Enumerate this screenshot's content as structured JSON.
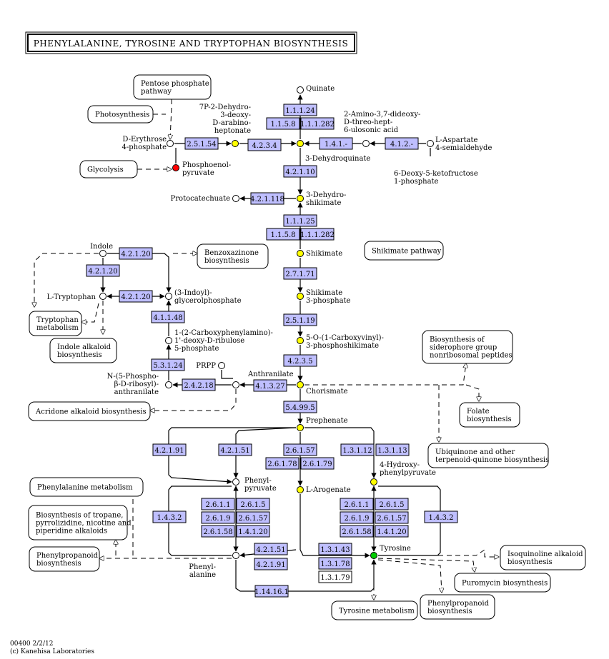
{
  "title": "PHENYLALANINE, TYROSINE AND TRYPTOPHAN BIOSYNTHESIS",
  "footer": {
    "line1": "00400 2/2/12",
    "line2": "(c) Kanehisa Laboratories"
  },
  "colors": {
    "enzyme_fill": "#bfbfff",
    "highlight_compound": "#ffff00",
    "red_compound": "#ff0000",
    "green_compound": "#00cc00",
    "line": "#000000"
  },
  "pathways": [
    {
      "id": "pentose",
      "lines": [
        "Pentose phosphate",
        "pathway"
      ]
    },
    {
      "id": "photosynthesis",
      "lines": [
        "Photosynthesis"
      ]
    },
    {
      "id": "glycolysis",
      "lines": [
        "Glycolysis"
      ]
    },
    {
      "id": "benzoxazinone",
      "lines": [
        "Benzoxazinone",
        "biosynthesis"
      ]
    },
    {
      "id": "shikimate",
      "lines": [
        "Shikimate pathway"
      ]
    },
    {
      "id": "trpmet",
      "lines": [
        "Tryptophan",
        "metabolism"
      ]
    },
    {
      "id": "indolealk",
      "lines": [
        "Indole alkaloid",
        "biosynthesis"
      ]
    },
    {
      "id": "acridone",
      "lines": [
        "Acridone alkaloid biosynthesis"
      ]
    },
    {
      "id": "siderophore",
      "lines": [
        "Biosynthesis of",
        "siderophore group",
        "nonribosomal peptides"
      ]
    },
    {
      "id": "folate",
      "lines": [
        "Folate",
        "biosynthesis"
      ]
    },
    {
      "id": "ubiquinone",
      "lines": [
        "Ubiquinone and other",
        "terpenoid-quinone biosynthesis"
      ]
    },
    {
      "id": "phemet",
      "lines": [
        "Phenylalanine metabolism"
      ]
    },
    {
      "id": "tropane",
      "lines": [
        "Biosynthesis of tropane,",
        "pyrrolizidine, nicotine and",
        "piperidine alkaloids"
      ]
    },
    {
      "id": "phenylprop1",
      "lines": [
        "Phenylpropanoid",
        "biosynthesis"
      ]
    },
    {
      "id": "isoquinoline",
      "lines": [
        "Isoquinoline alkaloid",
        "biosynthesis"
      ]
    },
    {
      "id": "puromycin",
      "lines": [
        "Puromycin biosynthesis"
      ]
    },
    {
      "id": "tyrmet",
      "lines": [
        "Tyrosine metabolism"
      ]
    },
    {
      "id": "phenylprop2",
      "lines": [
        "Phenylpropanoid",
        "biosynthesis"
      ]
    }
  ],
  "enzymes": [
    {
      "id": "e1",
      "label": "1.1.1.24",
      "fill": true
    },
    {
      "id": "e2",
      "label": "1.1.5.8",
      "fill": true
    },
    {
      "id": "e3",
      "label": "1.1.1.282",
      "fill": true
    },
    {
      "id": "e4",
      "label": "2.5.1.54",
      "fill": true
    },
    {
      "id": "e5",
      "label": "4.2.3.4",
      "fill": true
    },
    {
      "id": "e6",
      "label": "1.4.1.-",
      "fill": true
    },
    {
      "id": "e7",
      "label": "4.1.2.-",
      "fill": true
    },
    {
      "id": "e8",
      "label": "4.2.1.10",
      "fill": true
    },
    {
      "id": "e9",
      "label": "4.2.1.118",
      "fill": true
    },
    {
      "id": "e10",
      "label": "1.1.1.25",
      "fill": true
    },
    {
      "id": "e11",
      "label": "1.1.5.8",
      "fill": true
    },
    {
      "id": "e12",
      "label": "1.1.1.282",
      "fill": true
    },
    {
      "id": "e13",
      "label": "2.7.1.71",
      "fill": true
    },
    {
      "id": "e14",
      "label": "2.5.1.19",
      "fill": true
    },
    {
      "id": "e15",
      "label": "4.2.3.5",
      "fill": true
    },
    {
      "id": "e16",
      "label": "5.4.99.5",
      "fill": true
    },
    {
      "id": "e17",
      "label": "4.2.1.20",
      "fill": true
    },
    {
      "id": "e18",
      "label": "4.2.1.20",
      "fill": true
    },
    {
      "id": "e19",
      "label": "4.2.1.20",
      "fill": true
    },
    {
      "id": "e20",
      "label": "4.1.1.48",
      "fill": true
    },
    {
      "id": "e21",
      "label": "5.3.1.24",
      "fill": true
    },
    {
      "id": "e22",
      "label": "2.4.2.18",
      "fill": true
    },
    {
      "id": "e23",
      "label": "4.1.3.27",
      "fill": true
    },
    {
      "id": "e24",
      "label": "4.2.1.91",
      "fill": true
    },
    {
      "id": "e25",
      "label": "4.2.1.51",
      "fill": true
    },
    {
      "id": "e26",
      "label": "2.6.1.57",
      "fill": true
    },
    {
      "id": "e27",
      "label": "2.6.1.78",
      "fill": true
    },
    {
      "id": "e28",
      "label": "2.6.1.79",
      "fill": true
    },
    {
      "id": "e29",
      "label": "1.3.1.12",
      "fill": true
    },
    {
      "id": "e30",
      "label": "1.3.1.13",
      "fill": true
    },
    {
      "id": "e31",
      "label": "2.6.1.1",
      "fill": true
    },
    {
      "id": "e32",
      "label": "2.6.1.5",
      "fill": true
    },
    {
      "id": "e33",
      "label": "2.6.1.9",
      "fill": true
    },
    {
      "id": "e34",
      "label": "2.6.1.57",
      "fill": true
    },
    {
      "id": "e35",
      "label": "2.6.1.58",
      "fill": true
    },
    {
      "id": "e36",
      "label": "1.4.1.20",
      "fill": true
    },
    {
      "id": "e37",
      "label": "1.4.3.2",
      "fill": true
    },
    {
      "id": "e38",
      "label": "2.6.1.1",
      "fill": true
    },
    {
      "id": "e39",
      "label": "2.6.1.5",
      "fill": true
    },
    {
      "id": "e40",
      "label": "2.6.1.9",
      "fill": true
    },
    {
      "id": "e41",
      "label": "2.6.1.57",
      "fill": true
    },
    {
      "id": "e42",
      "label": "2.6.1.58",
      "fill": true
    },
    {
      "id": "e43",
      "label": "1.4.1.20",
      "fill": true
    },
    {
      "id": "e44",
      "label": "1.4.3.2",
      "fill": true
    },
    {
      "id": "e45",
      "label": "4.2.1.51",
      "fill": true
    },
    {
      "id": "e46",
      "label": "4.2.1.91",
      "fill": true
    },
    {
      "id": "e47",
      "label": "1.3.1.43",
      "fill": true
    },
    {
      "id": "e48",
      "label": "1.3.1.78",
      "fill": true
    },
    {
      "id": "e49",
      "label": "1.3.1.79",
      "fill": false
    },
    {
      "id": "e50",
      "label": "1.14.16.1",
      "fill": true
    }
  ],
  "compounds": [
    {
      "id": "quinate",
      "color": "white",
      "label": [
        "Quinate"
      ]
    },
    {
      "id": "erythrose",
      "color": "white",
      "label": [
        "D-Erythrose",
        "4-phosphate"
      ]
    },
    {
      "id": "pep",
      "color": "red",
      "label": [
        "Phosphoenol-",
        "pyruvate"
      ]
    },
    {
      "id": "dahp",
      "color": "yellow",
      "label": [
        "7P-2-Dehydro-",
        "3-deoxy-",
        "D-arabino-",
        "heptonate"
      ]
    },
    {
      "id": "dhquinate",
      "color": "yellow",
      "label": [
        "3-Dehydroquinate"
      ]
    },
    {
      "id": "aminodideoxy",
      "color": "white",
      "label": [
        "2-Amino-3,7-dideoxy-",
        "D-threo-hept-",
        "6-ulosonic acid"
      ]
    },
    {
      "id": "aspsa",
      "color": "white",
      "label": [
        "L-Aspartate",
        "4-semialdehyde"
      ]
    },
    {
      "id": "deoxyketo",
      "color": "none",
      "label": [
        "6-Deoxy-5-ketofructose",
        "1-phosphate"
      ]
    },
    {
      "id": "protocatechuate",
      "color": "white",
      "label": [
        "Protocatechuate"
      ]
    },
    {
      "id": "dhshikimate",
      "color": "yellow",
      "label": [
        "3-Dehydro-",
        "shikimate"
      ]
    },
    {
      "id": "shikimate",
      "color": "yellow",
      "label": [
        "Shikimate"
      ]
    },
    {
      "id": "s3p",
      "color": "yellow",
      "label": [
        "Shikimate",
        "3-phosphate"
      ]
    },
    {
      "id": "epsp",
      "color": "yellow",
      "label": [
        "5-O-(1-Carboxyvinyl)-",
        "3-phosphoshikimate"
      ]
    },
    {
      "id": "chorismate",
      "color": "yellow",
      "label": [
        "Chorismate"
      ]
    },
    {
      "id": "indole",
      "color": "white",
      "label": [
        "Indole"
      ]
    },
    {
      "id": "trp",
      "color": "white",
      "label": [
        "L-Tryptophan"
      ]
    },
    {
      "id": "igp",
      "color": "white",
      "label": [
        "(3-Indoyl)-",
        "glycerolphosphate"
      ]
    },
    {
      "id": "cdrp",
      "color": "white",
      "label": [
        "1-(2-Carboxyphenylamino)-",
        "1'-deoxy-D-ribulose",
        "5-phosphate"
      ]
    },
    {
      "id": "prpp",
      "color": "white",
      "label": [
        "PRPP"
      ]
    },
    {
      "id": "anthranilate",
      "color": "white",
      "label": [
        "Anthranilate"
      ]
    },
    {
      "id": "npra",
      "color": "white",
      "label": [
        "N-(5-Phospho-",
        "β-D-ribosyl)-",
        "anthranilate"
      ]
    },
    {
      "id": "prephenate",
      "color": "yellow",
      "label": [
        "Prephenate"
      ]
    },
    {
      "id": "phepyr",
      "color": "white",
      "label": [
        "Phenyl-",
        "pyruvate"
      ]
    },
    {
      "id": "arogenate",
      "color": "yellow",
      "label": [
        "L-Arogenate"
      ]
    },
    {
      "id": "hppyr",
      "color": "yellow",
      "label": [
        "4-Hydroxy-",
        "phenylpyruvate"
      ]
    },
    {
      "id": "phe",
      "color": "white",
      "label": [
        "Phenyl-",
        "alanine"
      ]
    },
    {
      "id": "tyr",
      "color": "green",
      "label": [
        "Tyrosine"
      ]
    }
  ]
}
